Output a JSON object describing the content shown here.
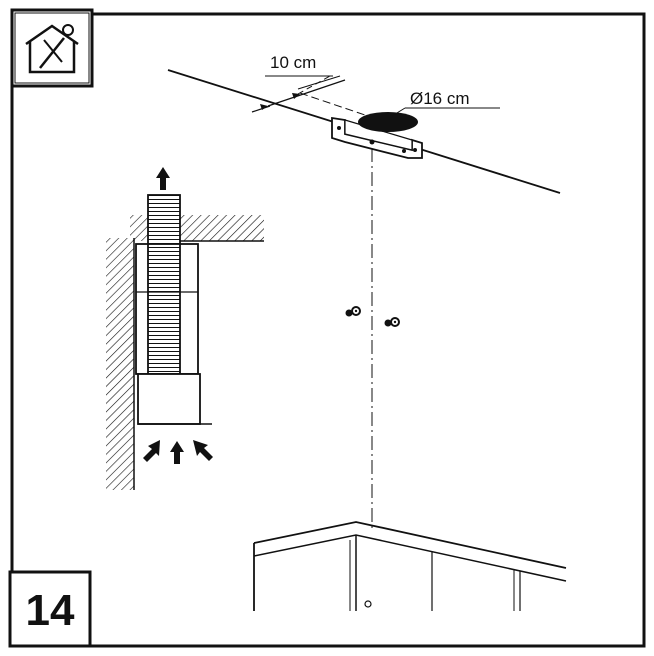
{
  "step": {
    "number": "14"
  },
  "icon": {
    "name": "house-installation-icon"
  },
  "dimensions": {
    "spacing": "10 cm",
    "diameter": "Ø16 cm"
  },
  "colors": {
    "ink": "#111111",
    "paper": "#ffffff"
  }
}
